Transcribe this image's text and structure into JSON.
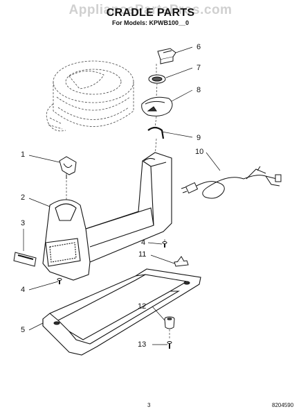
{
  "watermark": "AppliancePartsPros.com",
  "title": "CRADLE PARTS",
  "subtitle": "For Models: KPWB100__0",
  "callouts": [
    "1",
    "2",
    "3",
    "4",
    "4",
    "5",
    "6",
    "7",
    "8",
    "9",
    "10",
    "11",
    "12",
    "13"
  ],
  "footer": {
    "page_number": "3",
    "doc_number": "8204590"
  },
  "colors": {
    "line": "#111111",
    "ghost": "#555555",
    "watermark": "#aaaaaa"
  }
}
